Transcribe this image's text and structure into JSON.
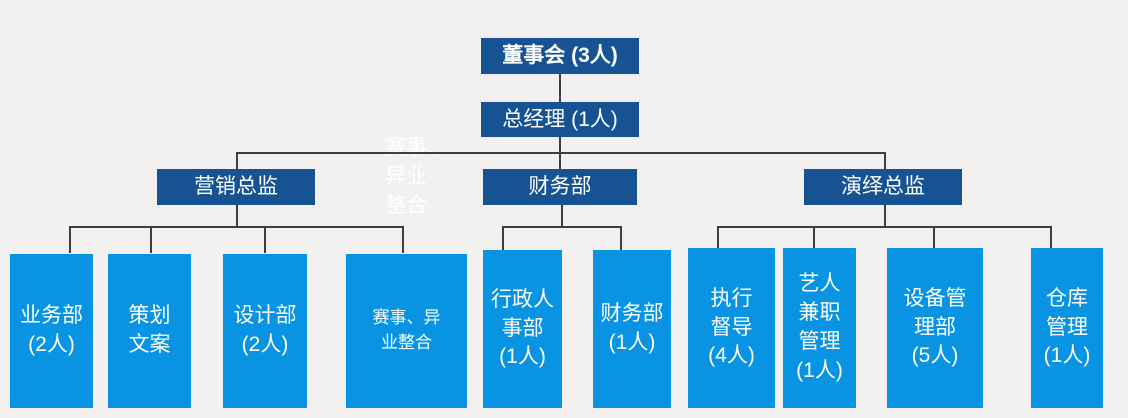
{
  "colors": {
    "dark_blue": "#175392",
    "bright_blue": "#0894E2",
    "background": "#F2F1EF",
    "connector_line": "#3E3E3E",
    "text": "#FFFFFF"
  },
  "org": {
    "board": {
      "label": "董事会 (3人)"
    },
    "general_manager": {
      "label": "总经理 (1人)"
    },
    "marketing_director": {
      "label": "营销总监"
    },
    "finance_dept": {
      "label": "财务部"
    },
    "performance_director": {
      "label": "演绎总监"
    },
    "business_dept": {
      "label": [
        "业务部",
        "(2人)"
      ]
    },
    "planning_copy": {
      "label": [
        "策划",
        "文案"
      ]
    },
    "design_dept": {
      "label": [
        "设计部",
        "(2人)"
      ]
    },
    "events_integration": {
      "label": [
        "赛事、异",
        "业整合"
      ]
    },
    "admin_hr": {
      "label": [
        "行政人",
        "事部",
        "(1人)"
      ]
    },
    "finance_sub": {
      "label": [
        "财务部",
        "(1人)"
      ]
    },
    "execution_supervision": {
      "label": [
        "执行",
        "督导",
        " (4人)"
      ]
    },
    "artist_parttime": {
      "label": [
        "艺人",
        "兼职",
        "管理",
        "(1人)"
      ]
    },
    "equipment_mgmt": {
      "label": [
        "设备管",
        "理部",
        "(5人)"
      ]
    },
    "warehouse_mgmt": {
      "label": [
        "仓库",
        "管理",
        "(1人)"
      ]
    },
    "ghost_text": {
      "label": [
        "赛事、",
        "异业",
        "整合"
      ]
    }
  }
}
